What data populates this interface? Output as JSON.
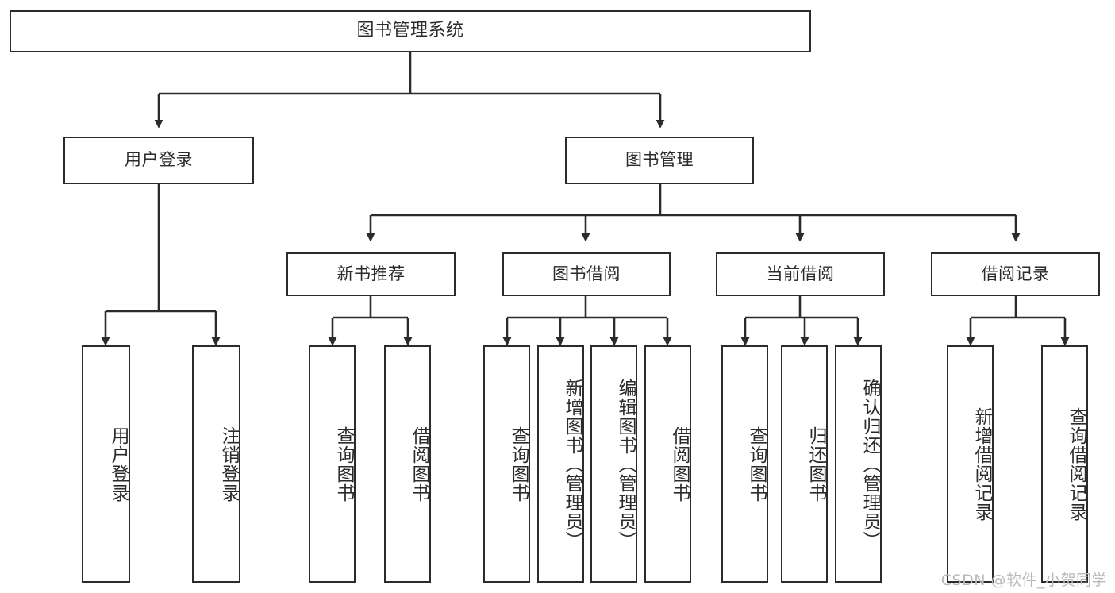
{
  "diagram": {
    "type": "tree-hierarchy-chart",
    "title": "图书管理系统",
    "line_color": "#2b2b2b",
    "box_fill": "#ffffff",
    "text_color": "#2b2b2b",
    "root": {
      "label": "图书管理系统"
    },
    "level1": [
      {
        "label": "用户登录"
      },
      {
        "label": "图书管理"
      }
    ],
    "level2": [
      {
        "label": "新书推荐"
      },
      {
        "label": "图书借阅"
      },
      {
        "label": "当前借阅"
      },
      {
        "label": "借阅记录"
      }
    ],
    "leaves": [
      {
        "label": "用户登录",
        "parent": "用户登录"
      },
      {
        "label": "注销登录",
        "parent": "用户登录"
      },
      {
        "label": "查询图书",
        "parent": "新书推荐"
      },
      {
        "label": "借阅图书",
        "parent": "新书推荐"
      },
      {
        "label": "查询图书",
        "parent": "图书借阅"
      },
      {
        "label": "新增图书（管理员）",
        "parent": "图书借阅"
      },
      {
        "label": "编辑图书（管理员）",
        "parent": "图书借阅"
      },
      {
        "label": "借阅图书",
        "parent": "图书借阅"
      },
      {
        "label": "查询图书",
        "parent": "当前借阅"
      },
      {
        "label": "归还图书",
        "parent": "当前借阅"
      },
      {
        "label": "确认归还（管理员）",
        "parent": "当前借阅"
      },
      {
        "label": "新增借阅记录",
        "parent": "借阅记录"
      },
      {
        "label": "查询借阅记录",
        "parent": "借阅记录"
      }
    ]
  },
  "watermark": {
    "text": "CSDN @软件_小贺同学"
  }
}
